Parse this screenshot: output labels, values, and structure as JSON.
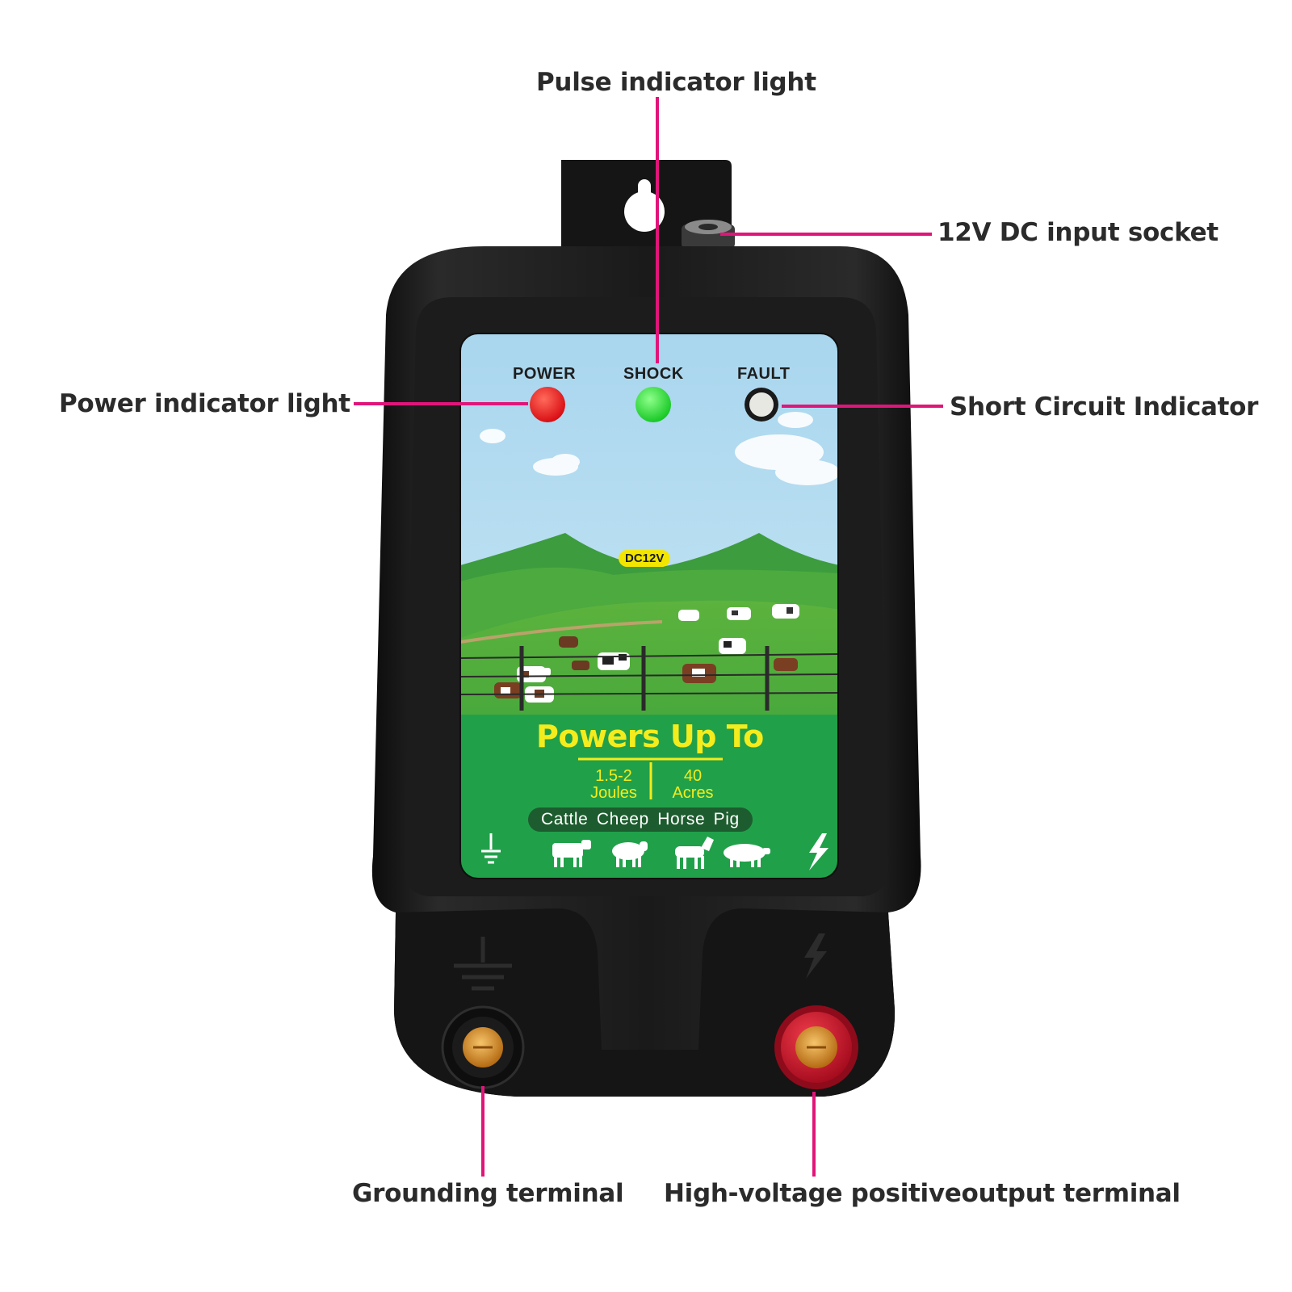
{
  "callouts": {
    "pulse_indicator": "Pulse indicator light",
    "dc_input_socket": "12V DC input socket",
    "power_indicator": "Power indicator light",
    "short_circuit_indicator": "Short Circuit Indicator",
    "grounding_terminal": "Grounding terminal",
    "high_voltage_terminal": "High-voltage positiveoutput terminal"
  },
  "panel": {
    "led_labels": {
      "power": "POWER",
      "shock": "SHOCK",
      "fault": "FAULT"
    },
    "voltage_badge": "DC12V",
    "headline": "Powers Up To",
    "specs": {
      "energy_value": "1.5-2",
      "energy_unit": "Joules",
      "area_value": "40",
      "area_unit": "Acres"
    },
    "animals_banner": "Cattle Cheep Horse  Pig"
  },
  "icons": [
    "ground-icon",
    "lightning-icon",
    "cattle-icon",
    "sheep-icon",
    "horse-icon",
    "pig-icon"
  ],
  "colors": {
    "leader_line": "#e0157a",
    "power_led": "#e8141b",
    "shock_led": "#1fd52a",
    "fault_led": "#e8e8e2",
    "headline_text": "#f4ec1c",
    "housing": "#161616",
    "positive_terminal": "#c8102e",
    "ground_terminal": "#111111"
  }
}
